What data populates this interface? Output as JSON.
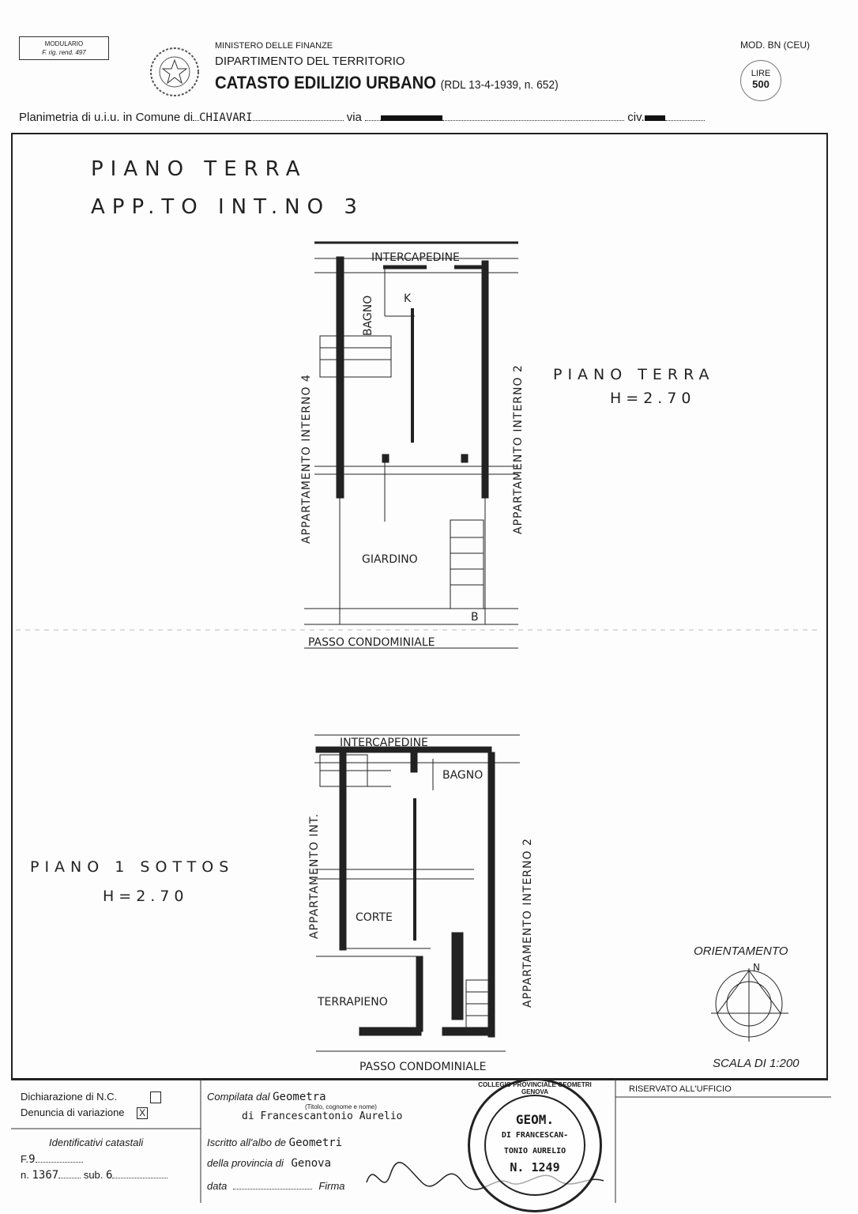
{
  "header": {
    "modulario": "MODULARIO",
    "modulario_ref": "F. rig. rend. 497",
    "ministry": "MINISTERO DELLE FINANZE",
    "department": "DIPARTIMENTO DEL TERRITORIO",
    "title": "CATASTO EDILIZIO URBANO",
    "law_ref": "(RDL 13-4-1939, n. 652)",
    "model": "MOD. BN (CEU)",
    "stamp_lire": "LIRE",
    "stamp_value": "500",
    "emblem_icon": "italian-republic-emblem"
  },
  "location": {
    "label_comune": "Planimetria di u.i.u. in Comune di",
    "comune": "CHIAVARI",
    "label_via": "via",
    "label_civ": "civ."
  },
  "drawing": {
    "title_line1": "PIANO TERRA",
    "title_line2": "APP.TO INT.NO 3",
    "ground": {
      "label": "PIANO TERRA",
      "height": "H=2.70",
      "rooms": [
        "INTERCAPEDINE",
        "BAGNO",
        "K",
        "GIARDINO"
      ],
      "left_neighbor": "APPARTAMENTO INTERNO 4",
      "right_neighbor": "APPARTAMENTO INTERNO 2",
      "passage": "PASSO CONDOMINIALE",
      "stair_mark": "B"
    },
    "lower": {
      "label": "PIANO 1 SOTTOS",
      "height": "H=2.70",
      "rooms": [
        "INTERCAPEDINE",
        "BAGNO",
        "CORTE",
        "TERRAPIENO"
      ],
      "left_neighbor": "APPARTAMENTO INT.",
      "right_neighbor": "APPARTAMENTO INTERNO 2",
      "passage": "PASSO CONDOMINIALE"
    },
    "orientation": "ORIENTAMENTO",
    "north": "N",
    "scale": "SCALA DI 1:200"
  },
  "footer": {
    "dichiarazione": "Dichiarazione di N.C.",
    "dichiarazione_checked": false,
    "denuncia": "Denuncia di variazione",
    "denuncia_mark": "X",
    "identificativi": "Identificativi catastali",
    "foglio_label": "F.",
    "foglio": "9",
    "numero_label": "n.",
    "numero": "1367",
    "sub_label": "sub.",
    "sub": "6",
    "compilata_label": "Compilata dal",
    "compilata_value": "Geometra",
    "compilata_hint": "(Titolo, cognome e nome)",
    "name": "di Francescantonio Aurelio",
    "albo_label": "Iscritto all'albo de",
    "albo_value": "Geometri",
    "provincia_label": "della provincia di",
    "provincia_value": "Genova",
    "data_label": "data",
    "firma_label": "Firma",
    "riservato": "RISERVATO ALL'UFFICIO",
    "stamp": {
      "ring": "COLLEGIO PROVINCIALE GEOMETRI GENOVA",
      "line1": "GEOM.",
      "line2": "DI FRANCESCAN-",
      "line3": "TONIO AURELIO",
      "line4": "N. 1249"
    }
  }
}
